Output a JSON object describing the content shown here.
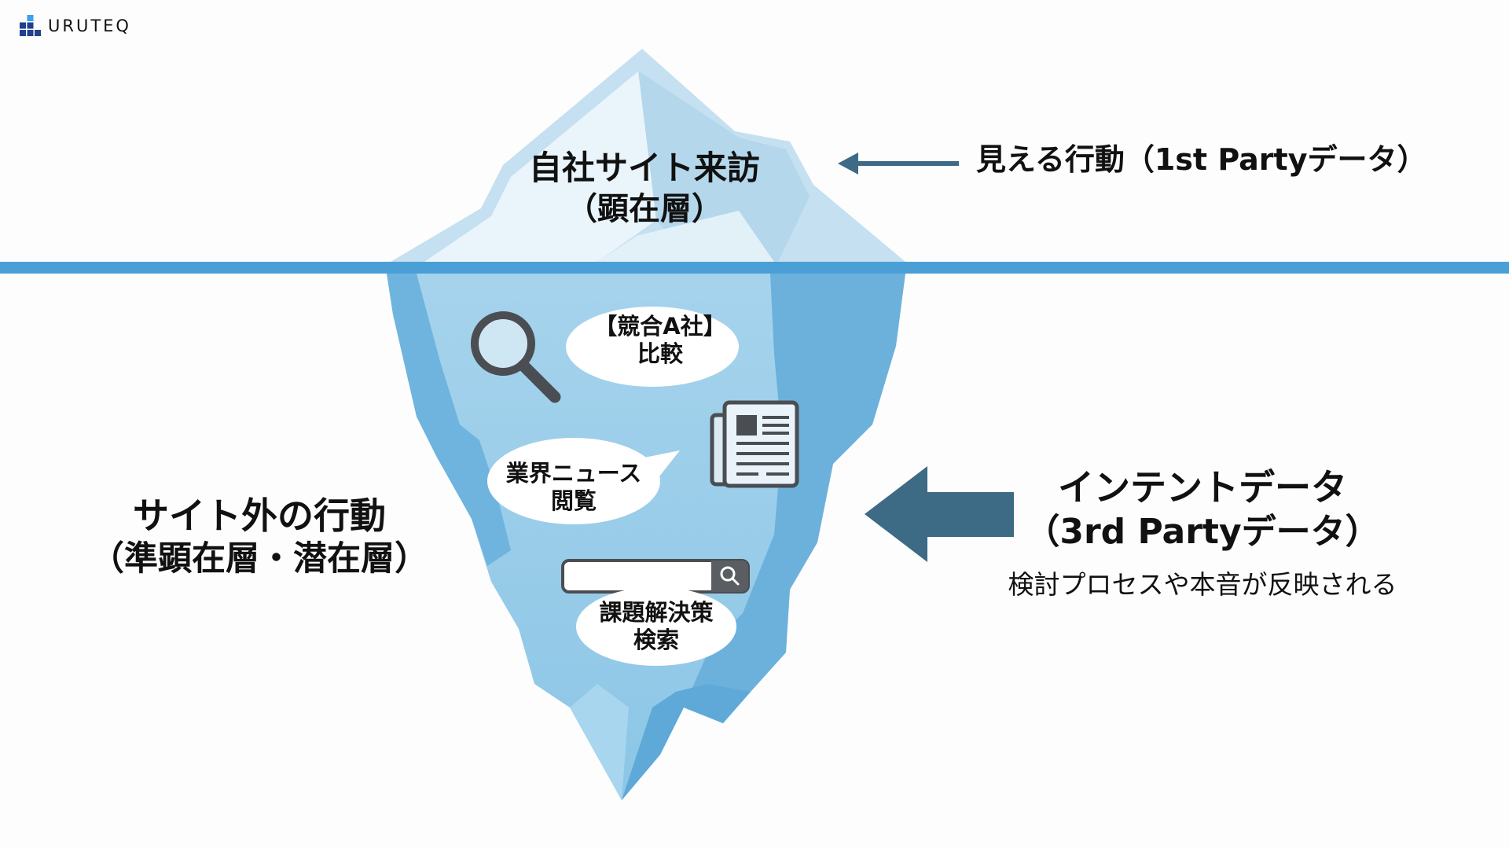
{
  "brand": {
    "name": "URUTEQ",
    "icon": "stacked-blocks-logo-icon",
    "colors": {
      "dark": "#1f3f8f",
      "light": "#3aa0f0"
    }
  },
  "iceberg": {
    "above_water": {
      "title": "自社サイト来訪",
      "subtitle": "（顕在層）"
    },
    "below_water": {
      "title": "サイト外の行動",
      "subtitle": "（準顕在層・潜在層）"
    },
    "bubbles": [
      {
        "icon": "magnifier-icon",
        "line1": "【競合A社】",
        "line2": "比較"
      },
      {
        "icon": "newspaper-icon",
        "line1": "業界ニュース",
        "line2": "閲覧"
      },
      {
        "icon": "search-bar-icon",
        "line1": "課題解決策",
        "line2": "検索"
      }
    ],
    "colors": {
      "waterline": "#4a9fd6",
      "ice_light": "#e8f3fa",
      "ice_mid": "#bfdcee",
      "underwater_light": "#9ccde8",
      "underwater_dark": "#6cb1dc"
    }
  },
  "callouts": {
    "visible": {
      "label": "見える行動（1st Partyデータ）",
      "arrow": "left-arrow-thin-icon"
    },
    "intent": {
      "title": "インテントデータ",
      "subtitle": "（3rd Partyデータ）",
      "description": "検討プロセスや本音が反映される",
      "arrow": "left-arrow-bold-icon"
    },
    "arrow_color": "#3d6a85"
  }
}
